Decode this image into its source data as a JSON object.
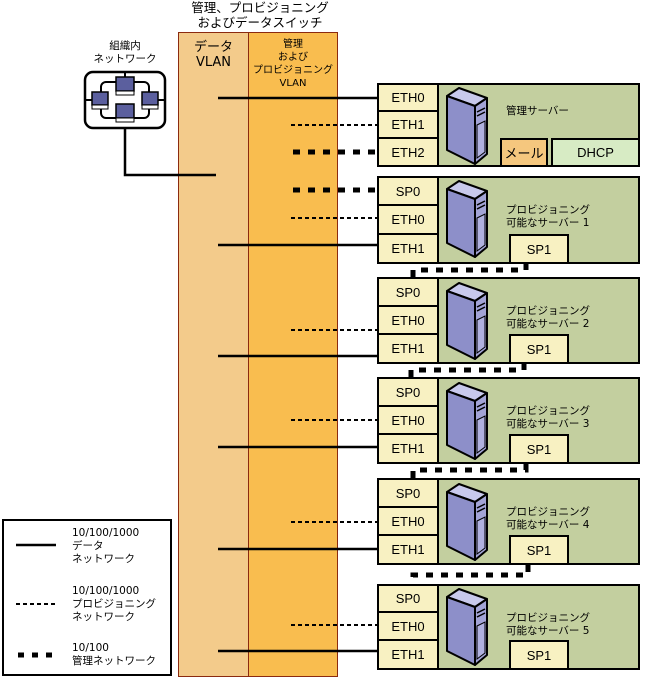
{
  "title": {
    "line1": "管理、プロビジョニング",
    "line2": "およびデータスイッチ"
  },
  "switch": {
    "data_vlan": {
      "line1": "データ",
      "line2": "VLAN",
      "color": "#F3CB8B"
    },
    "mgmt_vlan": {
      "line1": "管理",
      "line2": "および",
      "line3": "プロビジョニング",
      "line4": "VLAN",
      "color": "#F9BD4F"
    },
    "border_color": "#8B2A10"
  },
  "org_network": {
    "line1": "組織内",
    "line2": "ネットワーク"
  },
  "management_server": {
    "label": "管理サーバー",
    "ports": [
      "ETH0",
      "ETH1",
      "ETH2"
    ],
    "services": [
      {
        "label": "メール",
        "color": "#F5C77E"
      },
      {
        "label": "DHCP",
        "color": "#D7EBC4"
      }
    ]
  },
  "provisionable_servers": [
    {
      "line1": "プロビジョニング",
      "line2": "可能なサーバー 1",
      "ports": [
        "SP0",
        "ETH0",
        "ETH1"
      ],
      "sp": "SP1"
    },
    {
      "line1": "プロビジョニング",
      "line2": "可能なサーバー 2",
      "ports": [
        "SP0",
        "ETH0",
        "ETH1"
      ],
      "sp": "SP1"
    },
    {
      "line1": "プロビジョニング",
      "line2": "可能なサーバー 3",
      "ports": [
        "SP0",
        "ETH0",
        "ETH1"
      ],
      "sp": "SP1"
    },
    {
      "line1": "プロビジョニング",
      "line2": "可能なサーバー 4",
      "ports": [
        "SP0",
        "ETH0",
        "ETH1"
      ],
      "sp": "SP1"
    },
    {
      "line1": "プロビジョニング",
      "line2": "可能なサーバー 5",
      "ports": [
        "SP0",
        "ETH0",
        "ETH1"
      ],
      "sp": "SP1"
    }
  ],
  "legend": [
    {
      "style": "solid",
      "line1": "10/100/1000",
      "line2": "データ",
      "line3": "ネットワーク"
    },
    {
      "style": "dotted",
      "line1": "10/100/1000",
      "line2": "プロビジョニング",
      "line3": "ネットワーク"
    },
    {
      "style": "dashed-thick",
      "line1": "10/100",
      "line2": "管理ネットワーク"
    }
  ],
  "colors": {
    "server_bg": "#C3CF9F",
    "port_bg": "#F8F1C2",
    "tower_face": "#A3A4D6",
    "tower_side": "#8D8FC9"
  }
}
